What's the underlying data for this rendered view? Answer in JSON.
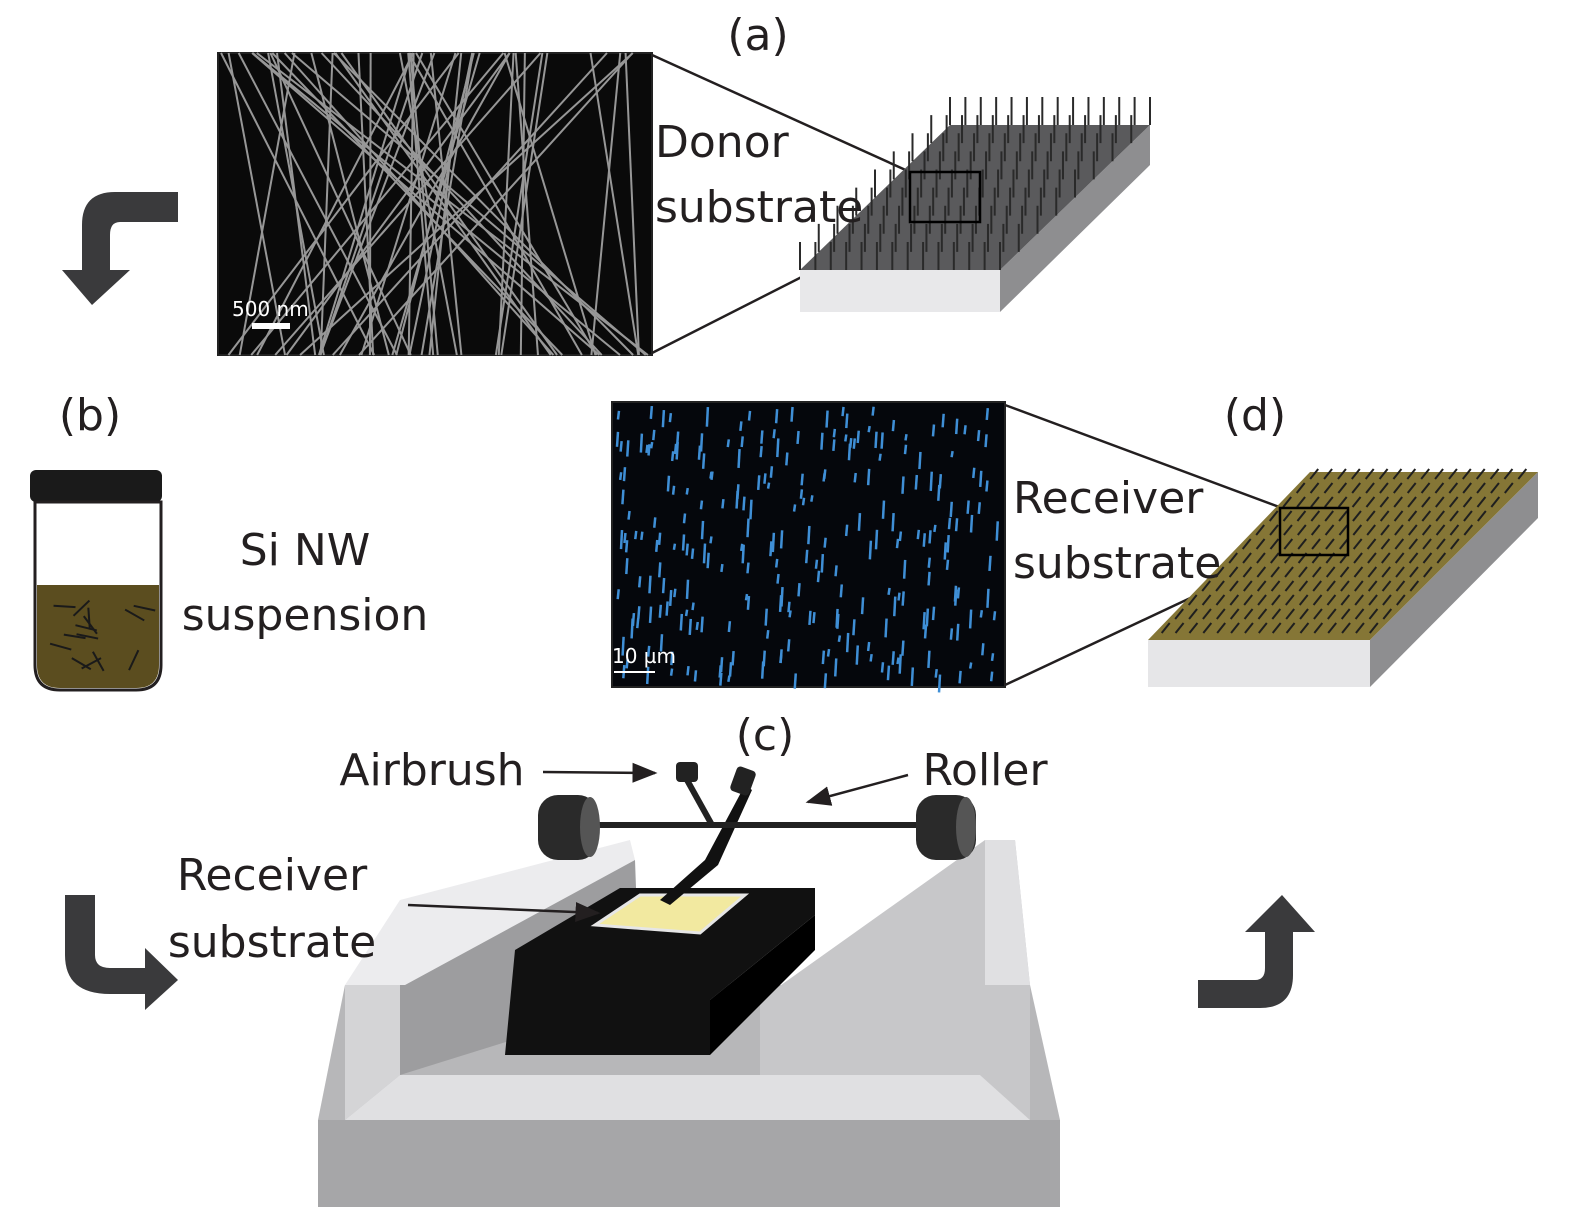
{
  "panels": {
    "a": {
      "label": "(a)",
      "donor_line1": "Donor",
      "donor_line2": "substrate",
      "scale_bar": "500 nm"
    },
    "b": {
      "label": "(b)",
      "suspension_line1": "Si NW",
      "suspension_line2": "suspension"
    },
    "c": {
      "label": "(c)",
      "airbrush": "Airbrush",
      "roller": "Roller",
      "receiver_line1": "Receiver",
      "receiver_line2": "substrate"
    },
    "d": {
      "label": "(d)",
      "receiver_line1": "Receiver",
      "receiver_line2": "substrate",
      "scale_bar": "10 µm"
    }
  },
  "colors": {
    "liquid": "#5b4d1f",
    "receiver_top": "#857636",
    "nanowire_blue": "#3f8fd6",
    "substrate_gray": "#9a9a9a"
  }
}
